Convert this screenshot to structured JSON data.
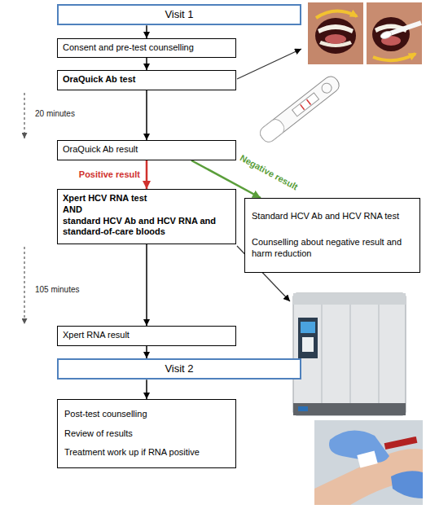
{
  "diagram": {
    "nodes": [
      {
        "text": [
          "Visit 1"
        ]
      },
      {
        "text": [
          "Consent and pre-test counselling"
        ]
      },
      {
        "text": [
          "OraQuick Ab test"
        ]
      },
      {
        "text": [
          "OraQuick Ab result"
        ]
      },
      {
        "text": [
          "Xpert HCV RNA test",
          "AND",
          "standard HCV Ab and HCV RNA and standard-of-care bloods"
        ]
      },
      {
        "text": [
          "Standard HCV Ab and HCV RNA test",
          "Counselling about negative result and harm reduction"
        ]
      },
      {
        "text": [
          "Xpert RNA result"
        ]
      },
      {
        "text": [
          "Visit 2"
        ]
      },
      {
        "text": [
          "Post-test counselling",
          "Review of results",
          "Treatment work up if RNA positive"
        ]
      }
    ],
    "edges": [
      {
        "from": 0,
        "to": 1,
        "arrow": "to"
      },
      {
        "from": 1,
        "to": 2,
        "arrow": "to"
      },
      {
        "from": 2,
        "to": 3,
        "arrow": "to"
      },
      {
        "from": 3,
        "to": 4,
        "label": "Positive result",
        "arrow": "to"
      },
      {
        "from": 3,
        "to": 5,
        "label": "Negative result",
        "arrow": "to"
      },
      {
        "from": 4,
        "to": 6,
        "arrow": "to"
      },
      {
        "from": 6,
        "to": 7,
        "arrow": "to"
      },
      {
        "from": 7,
        "to": 8,
        "arrow": "to"
      }
    ],
    "labels": [
      "20 minutes",
      "105 minutes"
    ]
  }
}
